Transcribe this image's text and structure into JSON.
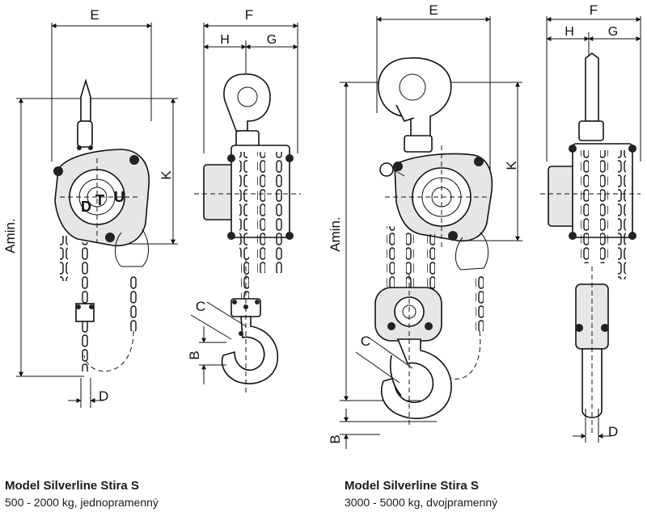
{
  "labels": {
    "E": "E",
    "F": "F",
    "G": "G",
    "H": "H",
    "K": "K",
    "Amin": "Amin.",
    "B": "B",
    "C": "C",
    "D": "D",
    "dial_letters": [
      "D",
      "T",
      "U"
    ]
  },
  "captions": {
    "left": {
      "title": "Model Silverline Stira S",
      "subtitle": "500 - 2000 kg, jednopramenný"
    },
    "right": {
      "title": "Model Silverline Stira S",
      "subtitle": "3000 - 5000 kg, dvojpramenný"
    }
  }
}
